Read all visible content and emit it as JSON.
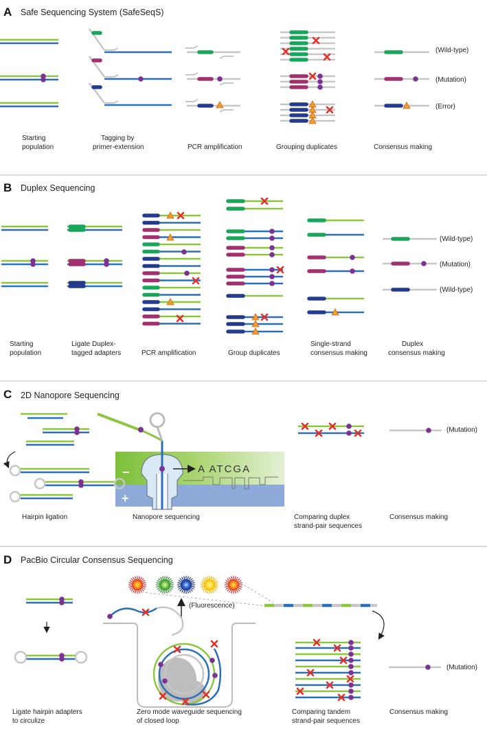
{
  "colors": {
    "green": "#8cc63f",
    "blue": "#2a6fb5",
    "gray": "#c6c6c6",
    "tag_green": "#1aa65a",
    "tag_magenta": "#a0306e",
    "tag_navy": "#243a8c",
    "mutation": "#7b3294",
    "error": "#f39c32",
    "error_x": "#e0302a",
    "pore_plus": "#8eaad8",
    "pore_minus": "#7cbf3a"
  },
  "panels": {
    "A": {
      "letter": "A",
      "title": "Safe Sequencing System (SafeSeqS)",
      "captions": {
        "c1_l1": "Starting",
        "c1_l2": "population",
        "c2_l1": "Tagging by",
        "c2_l2": "primer-extension",
        "c3_l1": "PCR amplification",
        "c4_l1": "Grouping duplicates",
        "c5_l1": "Consensus making"
      },
      "labels": {
        "wild": "(Wild-type)",
        "mut": "(Mutation)",
        "err": "(Error)"
      }
    },
    "B": {
      "letter": "B",
      "title": "Duplex Sequencing",
      "captions": {
        "c1_l1": "Starting",
        "c1_l2": "population",
        "c2_l1": "Ligate Duplex-",
        "c2_l2": "tagged adapters",
        "c3_l1": "PCR amplification",
        "c4_l1": "Group duplicates",
        "c5_l1": "Single-strand",
        "c5_l2": "consensus making",
        "c6_l1": "Duplex",
        "c6_l2": "consensus making"
      },
      "labels": {
        "wild1": "(Wild-type)",
        "mut": "(Mutation)",
        "wild2": "(Wild-type)"
      }
    },
    "C": {
      "letter": "C",
      "title": "2D Nanopore Sequencing",
      "sequence": "A ATCGA",
      "minus": "−",
      "plus": "+",
      "captions": {
        "c1_l1": "Hairpin ligation",
        "c2_l1": "Nanopore sequencing",
        "c3_l1": "Comparing duplex",
        "c3_l2": "strand-pair sequences",
        "c4_l1": "Consensus making"
      },
      "labels": {
        "mut": "(Mutation)"
      }
    },
    "D": {
      "letter": "D",
      "title": "PacBio Circular Consensus Sequencing",
      "fluorescence": "(Fluorescence)",
      "captions": {
        "c1_l1": "Ligate hairpin adapters",
        "c1_l2": "to circulize",
        "c2_l1": "Zero mode waveguide sequencing",
        "c2_l2": "of closed loop",
        "c3_l1": "Comparing tandem",
        "c3_l2": "strand-pair sequences",
        "c4_l1": "Consensus making"
      },
      "labels": {
        "mut": "(Mutation)"
      }
    }
  }
}
